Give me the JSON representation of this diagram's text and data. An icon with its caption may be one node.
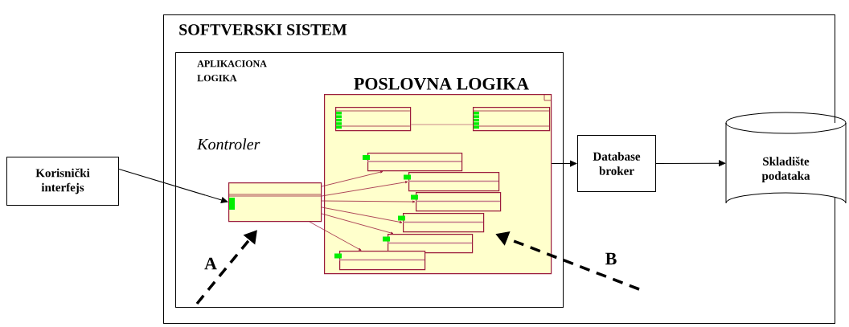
{
  "diagram": {
    "nodes": [
      {
        "text": [
          "SOFTVERSKI SISTEM"
        ]
      },
      {
        "text": [
          "APLIKACIONA LOGIKA"
        ],
        "in": 0
      },
      {
        "text": [
          "POSLOVNA LOGIKA"
        ],
        "in": 1
      },
      {
        "text": [],
        "shape": "box",
        "in": 2
      },
      {
        "text": [],
        "shape": "box",
        "in": 2
      },
      {
        "text": [],
        "shape": "box",
        "in": 2
      },
      {
        "text": [],
        "shape": "box",
        "in": 2
      },
      {
        "text": [],
        "shape": "box",
        "in": 2
      },
      {
        "text": [],
        "shape": "box",
        "in": 2
      },
      {
        "text": [],
        "shape": "box",
        "in": 2
      },
      {
        "text": [],
        "shape": "box",
        "in": 2
      },
      {
        "text": [],
        "shape": "box",
        "in": 1
      },
      {
        "text": [
          "Korisnički interfejs"
        ]
      },
      {
        "text": [
          "Database broker"
        ],
        "in": 0
      },
      {
        "text": [
          "Skladište podataka"
        ]
      }
    ],
    "edges": [
      {
        "from": 12,
        "to": 11,
        "arrow": "to",
        "color": "#000000"
      },
      {
        "from": 11,
        "to": 5,
        "arrow": "to"
      },
      {
        "from": 11,
        "to": 6,
        "arrow": "to"
      },
      {
        "from": 11,
        "to": 7,
        "arrow": "to"
      },
      {
        "from": 11,
        "to": 8,
        "arrow": "to"
      },
      {
        "from": 11,
        "to": 9,
        "arrow": "to"
      },
      {
        "from": 11,
        "to": 10,
        "arrow": "to"
      },
      {
        "from": 3,
        "to": 4,
        "arrow": "none",
        "color": "#c98a8a"
      },
      {
        "from": 2,
        "to": 13,
        "arrow": "to",
        "color": "#000000"
      },
      {
        "from": 13,
        "to": 14,
        "arrow": "to",
        "color": "#000000"
      },
      {
        "from": null,
        "to": 11,
        "arrow": "to",
        "style": "dashed",
        "label": "A",
        "color": "#000000"
      },
      {
        "from": null,
        "to": 2,
        "arrow": "to",
        "style": "dashed",
        "label": "B",
        "color": "#000000"
      }
    ],
    "labels": [
      "Kontroler"
    ]
  }
}
